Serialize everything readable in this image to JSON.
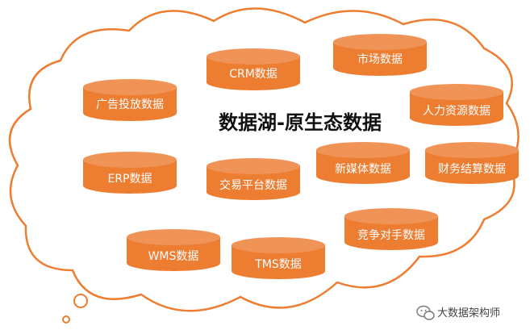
{
  "title": "数据湖-原生态数据",
  "colors": {
    "accent": "#ED7D31",
    "cylinder_top": "#F09357",
    "cloud_stroke": "#ED7D31",
    "label": "#FFFFFF"
  },
  "sources": [
    "CRM数据",
    "市场数据",
    "广告投放数据",
    "人力资源数据",
    "ERP数据",
    "新媒体数据",
    "财务结算数据",
    "交易平台数据",
    "竞争对手数据",
    "WMS数据",
    "TMS数据"
  ],
  "watermark": {
    "icon": "wechat-icon",
    "text": "大数据架构师"
  }
}
